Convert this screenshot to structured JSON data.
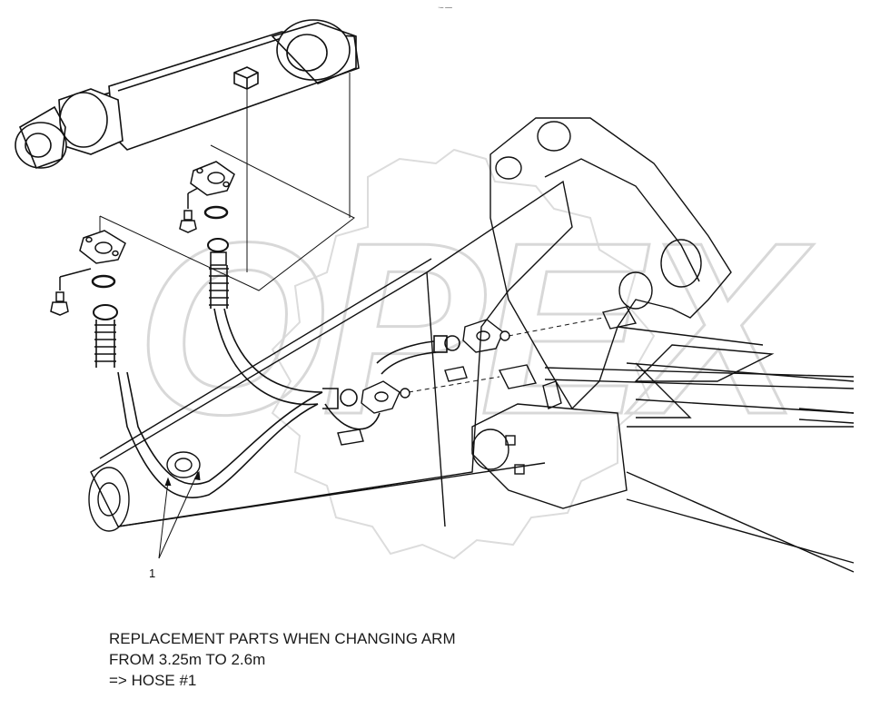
{
  "watermark": {
    "text": "OPEX",
    "color": "#e4e4e4"
  },
  "callouts": [
    {
      "label": "1"
    }
  ],
  "header_mark": "·‒ ‒‒",
  "caption": {
    "line1": "REPLACEMENT PARTS WHEN CHANGING ARM",
    "line2": "FROM 3.25m TO 2.6m",
    "line3": "=> HOSE #1"
  },
  "colors": {
    "line": "#111111",
    "hose": "#111111"
  }
}
